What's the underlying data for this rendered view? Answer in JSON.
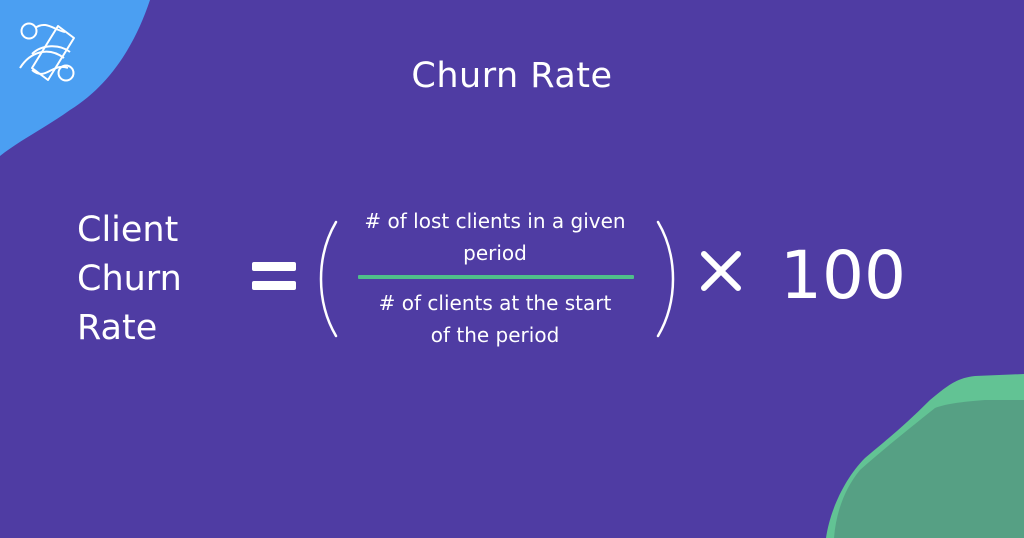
{
  "title": "Churn Rate",
  "formula": {
    "lhs_lines": [
      "Client",
      "Churn",
      "Rate"
    ],
    "equals_symbol": "=",
    "numerator_lines": [
      "# of lost clients in a given",
      "period"
    ],
    "denominator_lines": [
      "# of clients at the start",
      "of the period"
    ],
    "multiplier_symbol": "×",
    "multiplier_value": "100"
  },
  "icons": {
    "logo": "logo-icon"
  },
  "colors": {
    "background": "#4f3ca3",
    "top_left_shape": "#4b9ff2",
    "bottom_right_shape_light": "#62c394",
    "bottom_right_shape_dark": "#56a084",
    "fraction_bar": "#4fbf8a",
    "text": "#ffffff"
  }
}
